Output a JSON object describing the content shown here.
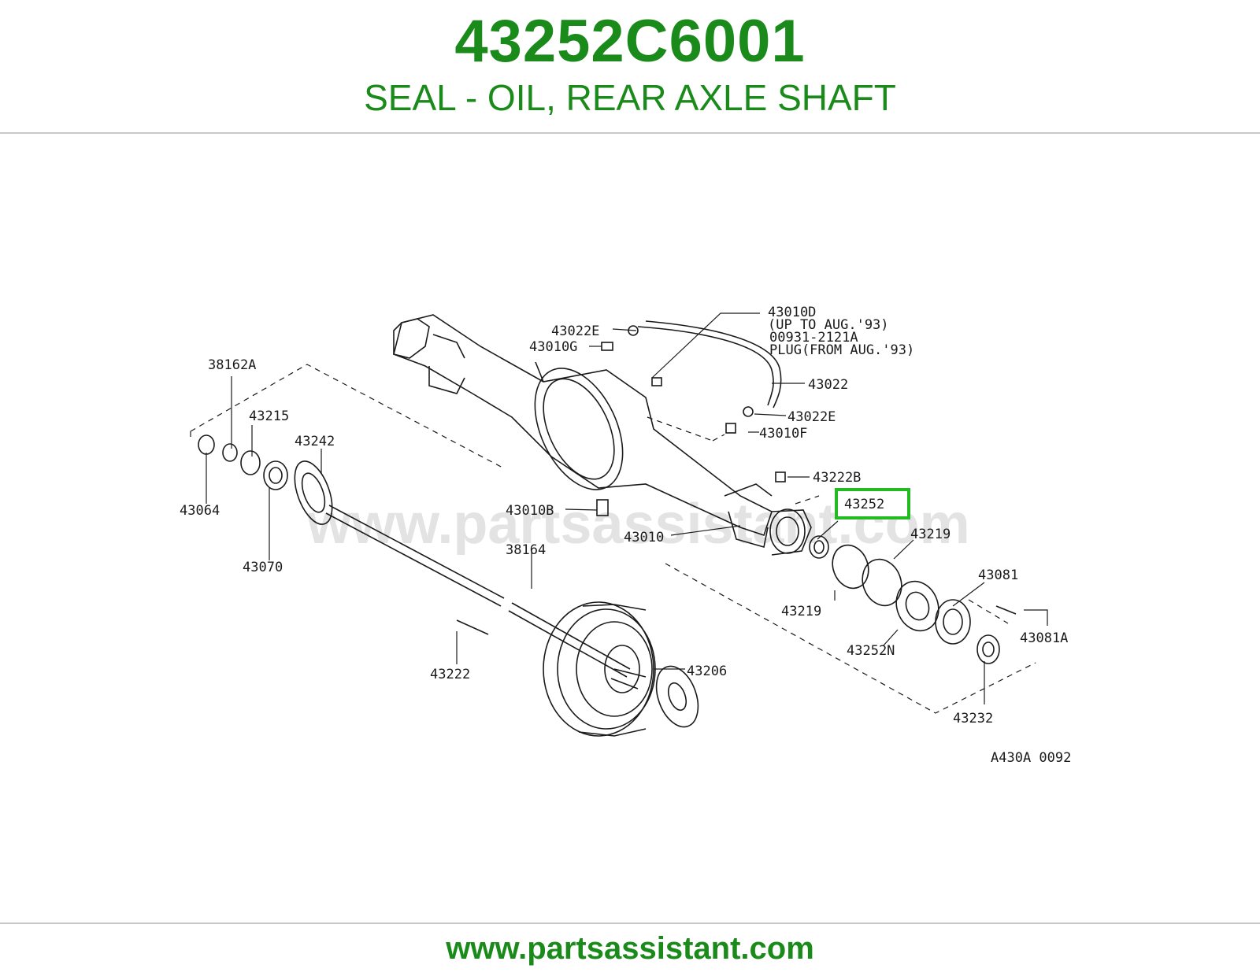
{
  "header": {
    "part_number": "43252C6001",
    "part_title": "SEAL - OIL, REAR AXLE SHAFT"
  },
  "diagram": {
    "watermark": "www.partsassistant.com",
    "code": "A430A 0092",
    "highlighted_callout": "43252",
    "callouts": {
      "c43010d": "43010D",
      "c43010d_note1": "(UP TO AUG.'93)",
      "c00931": "00931-2121A",
      "c00931_note": "PLUG(FROM AUG.'93)",
      "c43022e_top": "43022E",
      "c43010g": "43010G",
      "c38162a": "38162A",
      "c43215": "43215",
      "c43242": "43242",
      "c43064": "43064",
      "c43070": "43070",
      "c43010b": "43010B",
      "c43010": "43010",
      "c38164": "38164",
      "c43222": "43222",
      "c43206": "43206",
      "c43022": "43022",
      "c43022e_bottom": "43022E",
      "c43010f": "43010F",
      "c43222b": "43222B",
      "c43252": "43252",
      "c43219_right": "43219",
      "c43219_left": "43219",
      "c43081": "43081",
      "c43081a": "43081A",
      "c43252n": "43252N",
      "c43232": "43232"
    }
  },
  "footer": {
    "url": "www.partsassistant.com"
  },
  "colors": {
    "brand_green": "#1a8a1a",
    "highlight_green": "#22bb22",
    "rule_gray": "#c8c8c8"
  }
}
